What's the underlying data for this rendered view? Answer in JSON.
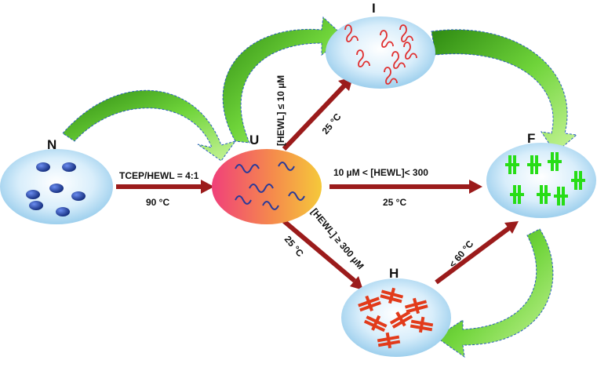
{
  "colors": {
    "arrow_red": "#9b1b1b",
    "curve_green": "#4caf1a",
    "state_fill": "#bfe3f7",
    "unfolded_left": "#f0407a",
    "unfolded_right": "#f5c93a",
    "native_blob": "#1f3f99",
    "intermediate_coil": "#e03030",
    "fibril_green": "#27dd16",
    "hydrogel_red": "#e23a1a",
    "chain_blue": "#2a3a9a"
  },
  "nodes": {
    "native": {
      "label": "N"
    },
    "unfolded": {
      "label": "U"
    },
    "intermediate": {
      "label": "I"
    },
    "fibril": {
      "label": "F"
    },
    "hydrogel": {
      "label": "H"
    }
  },
  "edges": {
    "native_to_unfolded": {
      "top_label": "TCEP/HEWL = 4:1",
      "bottom_label": "90 °C"
    },
    "unfolded_to_intermediate": {
      "label_concentration": "[HEWL] ≤ 10 µM",
      "label_temperature": "25 °C"
    },
    "unfolded_to_fibril": {
      "top_label": "10 µM < [HEWL]< 300",
      "bottom_label": "25 °C"
    },
    "unfolded_to_hydrogel": {
      "label_concentration": "[HEWL] ≥ 300 µM",
      "label_temperature": "25 °C"
    },
    "hydrogel_to_fibril": {
      "label": "< 60 °C"
    }
  }
}
